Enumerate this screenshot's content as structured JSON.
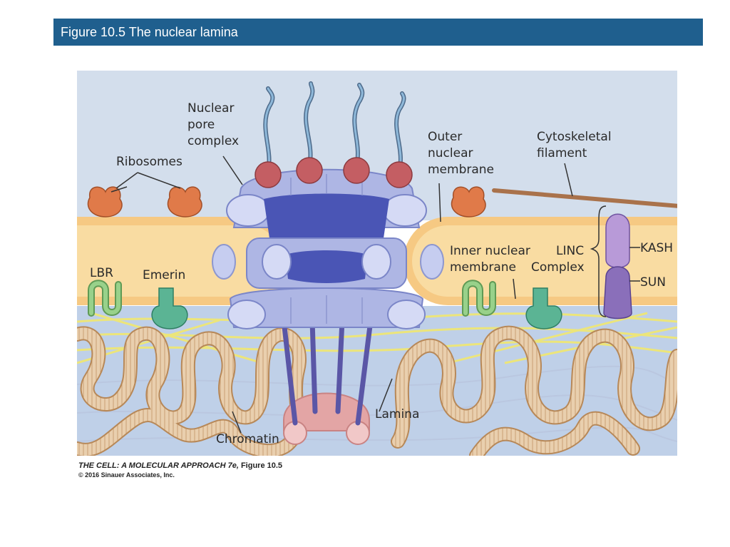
{
  "slide": {
    "title": "Figure 10.5  The nuclear lamina"
  },
  "labels": {
    "nuclear_pore_complex": [
      "Nuclear",
      "pore",
      "complex"
    ],
    "ribosomes": "Ribosomes",
    "outer_nuclear_membrane": [
      "Outer",
      "nuclear",
      "membrane"
    ],
    "cytoskeletal_filament": [
      "Cytoskeletal",
      "filament"
    ],
    "inner_nuclear_membrane": [
      "Inner nuclear",
      "membrane"
    ],
    "linc_complex": [
      "LINC",
      "Complex"
    ],
    "kash": "KASH",
    "sun": "SUN",
    "lbr": "LBR",
    "emerin": "Emerin",
    "lamina": "Lamina",
    "chromatin": "Chromatin"
  },
  "credit": {
    "book_italic": "THE CELL: A MOLECULAR APPROACH 7e,",
    "figure_ref": " Figure 10.5",
    "copyright": "© 2016 Sinauer Associates, Inc."
  },
  "colors": {
    "title_bar": "#1f5f8e",
    "cytoplasm": "#d3deec",
    "nucleoplasm": "#bfd0e8",
    "membrane_fill": "#f9dca2",
    "membrane_edge": "#e2a85a",
    "pore_complex": "#aeb6e4",
    "pore_dark": "#4350ad",
    "ribosome": "#e07a49",
    "chromatin": "#e9cfae",
    "lamina_filament": "#efe98a",
    "kash_sun": "#9d84c2",
    "lbr": "#86c079",
    "emerin": "#5bb494"
  }
}
